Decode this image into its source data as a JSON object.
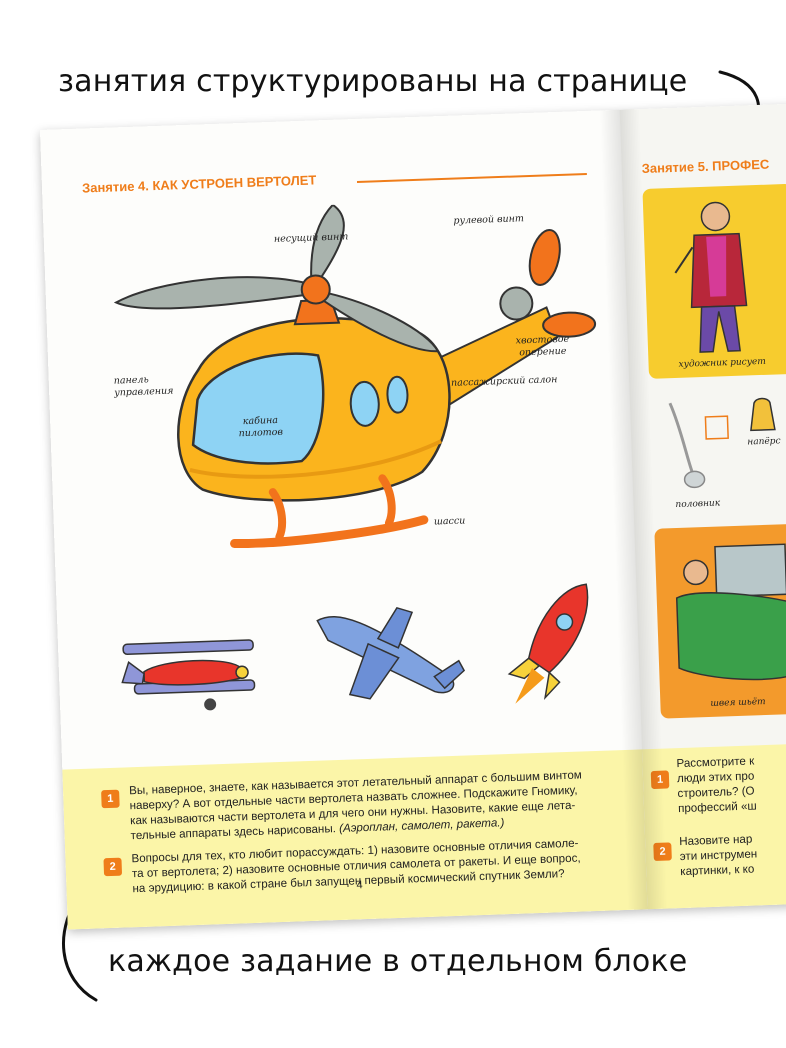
{
  "annotations": {
    "top": "занятия структурированы на странице",
    "bottom": "каждое задание в отдельном блоке"
  },
  "left_page": {
    "lesson_title": "Занятие 4. КАК УСТРОЕН ВЕРТОЛЕТ",
    "labels": {
      "main_rotor": "несущий винт",
      "tail_rotor": "рулевой винт",
      "tail": "хвостовое\nоперение",
      "control_panel": "панель\nуправления",
      "cockpit": "кабина\nпилотов",
      "cabin": "пассажирский салон",
      "skids": "шасси"
    },
    "tasks": [
      {
        "number": "1",
        "text": "Вы, наверное, знаете, как называется этот летательный аппарат с большим винтом\nнаверху? А вот отдельные части вертолета назвать сложнее. Подскажите Гномику,\nкак называются части вертолета и для чего они нужны. Назовите, какие еще лета-\nтельные аппараты здесь нарисованы.",
        "hint": "(Аэроплан, самолет, ракета.)"
      },
      {
        "number": "2",
        "text": "Вопросы для тех, кто любит порассуждать: 1) назовите основные отличия самоле-\nта от вертолета; 2) назовите основные отличия самолета от ракеты. И еще вопрос,\nна эрудицию: в какой стране был запущен первый космический спутник Земли?",
        "hint": ""
      }
    ],
    "page_number": "4"
  },
  "right_page": {
    "lesson_title": "Занятие 5. ПРОФЕС",
    "card_labels": {
      "artist": "художник рисует",
      "thimble": "напёрс",
      "ladle": "половник",
      "seamstress": "швея шьёт"
    },
    "tasks": [
      {
        "number": "1",
        "text": "Рассмотрите к\nлюди этих про\nстроитель? (О\nпрофессий «ш"
      },
      {
        "number": "2",
        "text": "Назовите нар\nэти инструмен\nкартинки, к ко"
      }
    ]
  },
  "colors": {
    "accent_orange": "#ef7d1a",
    "task_bg": "#fbf5a8",
    "helicopter_body": "#fbb41d",
    "rotor_grey": "#a9b3ad",
    "window_blue": "#8ed3f4"
  }
}
